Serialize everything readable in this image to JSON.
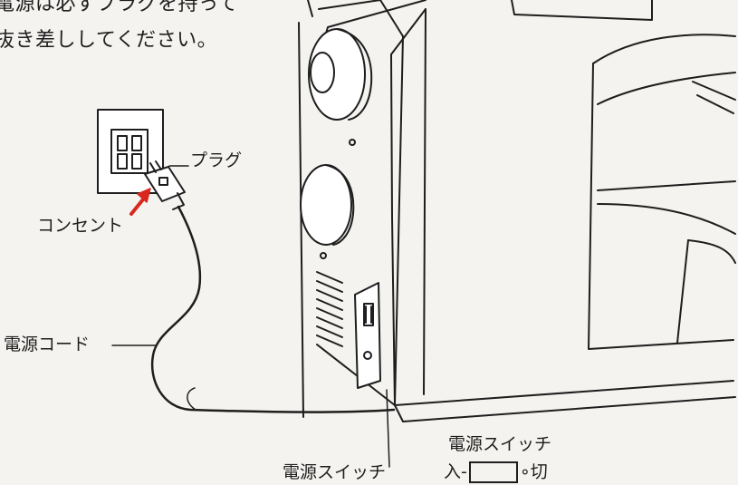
{
  "instruction": {
    "line1": "電源は必ずプラグを持って",
    "line2": "抜き差ししてください。"
  },
  "labels": {
    "plug": "プラグ",
    "outlet": "コンセント",
    "power_cord": "電源コード",
    "power_switch_bottom": "電源スイッチ",
    "power_switch_legend_title": "電源スイッチ",
    "switch_on": "入",
    "switch_off": "切"
  },
  "colors": {
    "ink": "#1e1e1e",
    "arrow": "#d8271e",
    "paper": "#f4f3f0"
  }
}
